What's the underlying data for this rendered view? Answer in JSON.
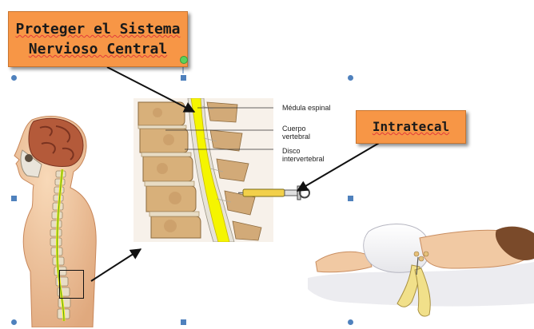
{
  "callouts": {
    "cns_line1": "Proteger el Sistema",
    "cns_line2": "Nervioso Central",
    "intratecal": "Intratecal"
  },
  "anatomy_labels": {
    "medula": "Médula espinal",
    "cuerpo_line1": "Cuerpo",
    "cuerpo_line2": "vertebral",
    "disco_line1": "Disco",
    "disco_line2": "intervertebral"
  },
  "colors": {
    "callout_fill": "#f79646",
    "selection_handle": "#4f81bd",
    "rotation_handle": "#5bd15b",
    "spinal_cord": "#f5f500",
    "skin": "#f2c6a0",
    "bone": "#d9b27a"
  },
  "icons": [
    "arrow",
    "syringe",
    "selection-handle",
    "rotation-handle"
  ]
}
